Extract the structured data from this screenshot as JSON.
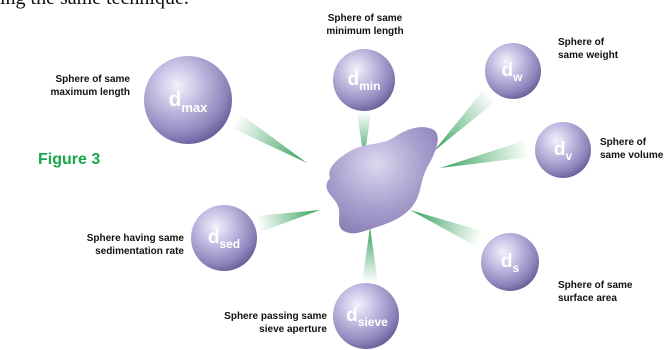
{
  "top_text": "ing the same technique.",
  "figure_label": "Figure 3",
  "colors": {
    "figure_label": "#1aa64a",
    "beam": "#2f9e55",
    "sphere_light": "#e2ddf2",
    "sphere_dark": "#6b5f9c",
    "particle": "#9f95c8"
  },
  "spheres": [
    {
      "id": "max",
      "base": "d",
      "sub": "max",
      "caption": [
        "Sphere of same",
        "maximum length"
      ]
    },
    {
      "id": "min",
      "base": "d",
      "sub": "min",
      "caption": [
        "Sphere of same",
        "minimum length"
      ]
    },
    {
      "id": "w",
      "base": "d",
      "sub": "w",
      "caption": [
        "Sphere of",
        "same weight"
      ]
    },
    {
      "id": "v",
      "base": "d",
      "sub": "v",
      "caption": [
        "Sphere of",
        "same volume"
      ]
    },
    {
      "id": "s",
      "base": "d",
      "sub": "s",
      "caption": [
        "Sphere of same",
        "surface area"
      ]
    },
    {
      "id": "sieve",
      "base": "d",
      "sub": "sieve",
      "caption": [
        "Sphere passing same",
        "sieve aperture"
      ]
    },
    {
      "id": "sed",
      "base": "d",
      "sub": "sed",
      "caption": [
        "Sphere having same",
        "sedimentation rate"
      ]
    }
  ]
}
